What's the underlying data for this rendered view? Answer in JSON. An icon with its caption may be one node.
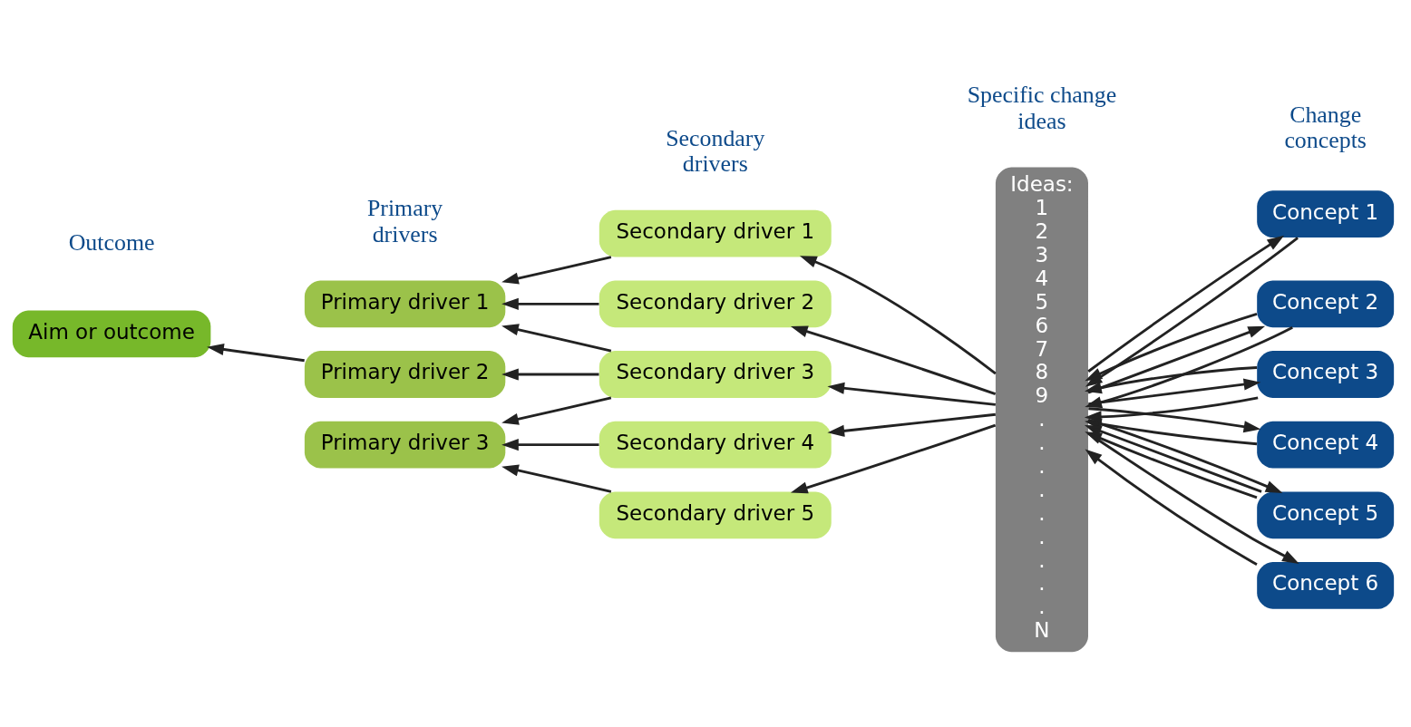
{
  "diagram": {
    "nodes": [
      {
        "text": [
          "Aim or outcome"
        ]
      },
      {
        "text": [
          "Primary driver 1"
        ]
      },
      {
        "text": [
          "Primary driver 2"
        ]
      },
      {
        "text": [
          "Primary driver 3"
        ]
      },
      {
        "text": [
          "Secondary driver 1"
        ]
      },
      {
        "text": [
          "Secondary driver 2"
        ]
      },
      {
        "text": [
          "Secondary driver 3"
        ]
      },
      {
        "text": [
          "Secondary driver 4"
        ]
      },
      {
        "text": [
          "Secondary driver 5"
        ]
      },
      {
        "text": [
          "Ideas:",
          "1",
          "2",
          "3",
          "4",
          "5",
          "6",
          "7",
          "8",
          "9",
          ".",
          ".",
          ".",
          ".",
          ".",
          ".",
          ".",
          ".",
          ".",
          "N"
        ]
      },
      {
        "text": [
          "Concept 1"
        ]
      },
      {
        "text": [
          "Concept 2"
        ]
      },
      {
        "text": [
          "Concept 3"
        ]
      },
      {
        "text": [
          "Concept 4"
        ]
      },
      {
        "text": [
          "Concept 5"
        ]
      },
      {
        "text": [
          "Concept 6"
        ]
      }
    ],
    "edges": [
      {
        "from": 9,
        "to": 4,
        "arrow": "to"
      },
      {
        "from": 9,
        "to": 5,
        "arrow": "to"
      },
      {
        "from": 9,
        "to": 6,
        "arrow": "to"
      },
      {
        "from": 9,
        "to": 7,
        "arrow": "to"
      },
      {
        "from": 9,
        "to": 8,
        "arrow": "to"
      },
      {
        "from": 4,
        "to": 1,
        "arrow": "to"
      },
      {
        "from": 5,
        "to": 1,
        "arrow": "to"
      },
      {
        "from": 6,
        "to": 1,
        "arrow": "to"
      },
      {
        "from": 6,
        "to": 2,
        "arrow": "to"
      },
      {
        "from": 6,
        "to": 3,
        "arrow": "to"
      },
      {
        "from": 7,
        "to": 3,
        "arrow": "to"
      },
      {
        "from": 8,
        "to": 3,
        "arrow": "to"
      },
      {
        "from": 2,
        "to": 0,
        "arrow": "to"
      },
      {
        "from": 9,
        "to": 10,
        "arrow": "to"
      },
      {
        "from": 10,
        "to": 9,
        "arrow": "to"
      },
      {
        "from": 9,
        "to": 11,
        "arrow": "to"
      },
      {
        "from": 11,
        "to": 9,
        "arrow": "to"
      },
      {
        "from": 11,
        "to": 9,
        "arrow": "to"
      },
      {
        "from": 9,
        "to": 12,
        "arrow": "to"
      },
      {
        "from": 12,
        "to": 9,
        "arrow": "to"
      },
      {
        "from": 12,
        "to": 9,
        "arrow": "to"
      },
      {
        "from": 9,
        "to": 13,
        "arrow": "to"
      },
      {
        "from": 13,
        "to": 9,
        "arrow": "to"
      },
      {
        "from": 14,
        "to": 9,
        "arrow": "to"
      },
      {
        "from": 9,
        "to": 14,
        "arrow": "to"
      },
      {
        "from": 14,
        "to": 9,
        "arrow": "to"
      },
      {
        "from": 15,
        "to": 9,
        "arrow": "to"
      },
      {
        "from": 9,
        "to": 15,
        "arrow": "to"
      }
    ],
    "labels": [
      "Outcome",
      "Primary drivers",
      "Secondary drivers",
      "Specific change ideas",
      "Change concepts"
    ]
  }
}
